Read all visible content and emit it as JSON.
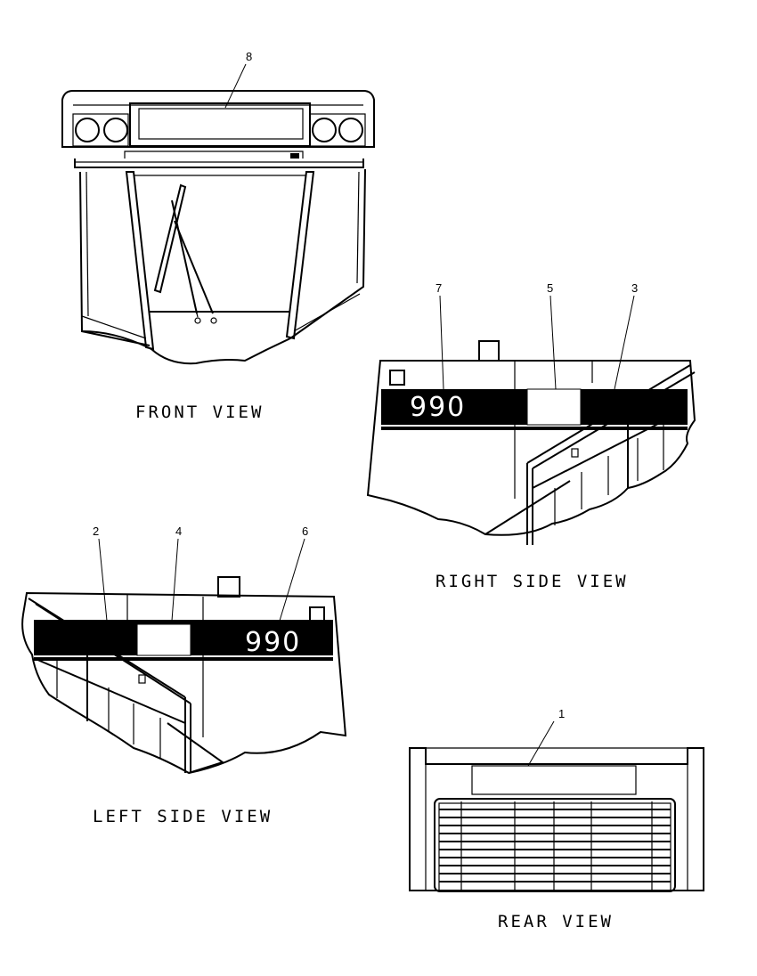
{
  "views": {
    "front": {
      "title": "FRONT VIEW"
    },
    "right": {
      "title": "RIGHT SIDE VIEW"
    },
    "left": {
      "title": "LEFT SIDE VIEW"
    },
    "rear": {
      "title": "REAR VIEW"
    }
  },
  "callouts": {
    "c1": "1",
    "c2": "2",
    "c3": "3",
    "c4": "4",
    "c5": "5",
    "c6": "6",
    "c7": "7",
    "c8": "8"
  },
  "decals": {
    "right_model": "990",
    "left_model": "990"
  },
  "colors": {
    "ink": "#000000",
    "paper": "#ffffff"
  }
}
